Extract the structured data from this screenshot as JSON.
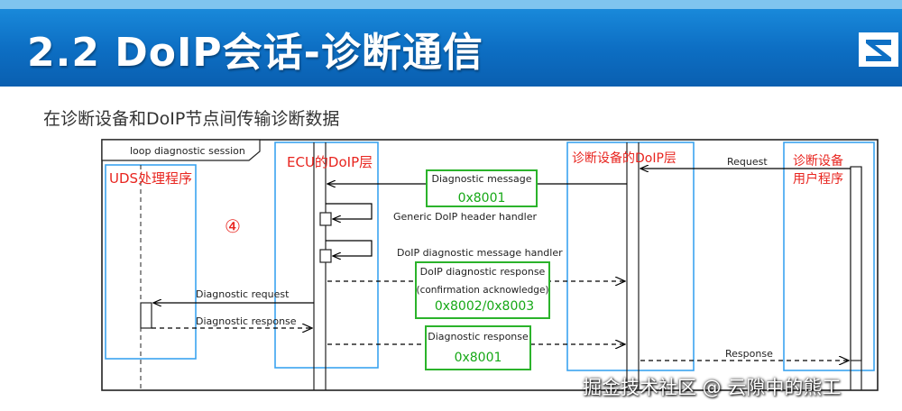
{
  "slide": {
    "title": "2.2 DoIP会话-诊断通信",
    "subtitle": "在诊断设备和DoIP节点间传输诊断数据",
    "watermark": "掘金技术社区 @ 云隙中的熊工"
  },
  "diagram": {
    "loop_label": "loop diagnostic session",
    "step_marker": "④",
    "lifelines": {
      "uds_handler": "UDS处理程序",
      "ecu_doip": "ECU的DoIP层",
      "tester_doip": "诊断设备的DoIP层",
      "tester_app_line1": "诊断设备",
      "tester_app_line2": "用户程序"
    },
    "messages": {
      "request": "Request",
      "diag_message_title": "Diagnostic message",
      "diag_message_code": "0x8001",
      "generic_header_handler": "Generic DoIP header handler",
      "diag_message_handler": "DoIP diagnostic message handler",
      "diag_response_title": "DoIP diagnostic response",
      "diag_response_sub": "(confirmation acknowledge)",
      "diag_response_codes": "0x8002/0x8003",
      "diagnostic_request": "Diagnostic request",
      "diagnostic_response": "Diagnostic response",
      "final_response_title": "Diagnostic response",
      "final_response_code": "0x8001",
      "response": "Response"
    },
    "colors": {
      "lifeline_box": "#3ba3f0",
      "highlight_box": "#2bb32b",
      "red_label": "#e8251f",
      "code_text": "#16a816"
    }
  }
}
